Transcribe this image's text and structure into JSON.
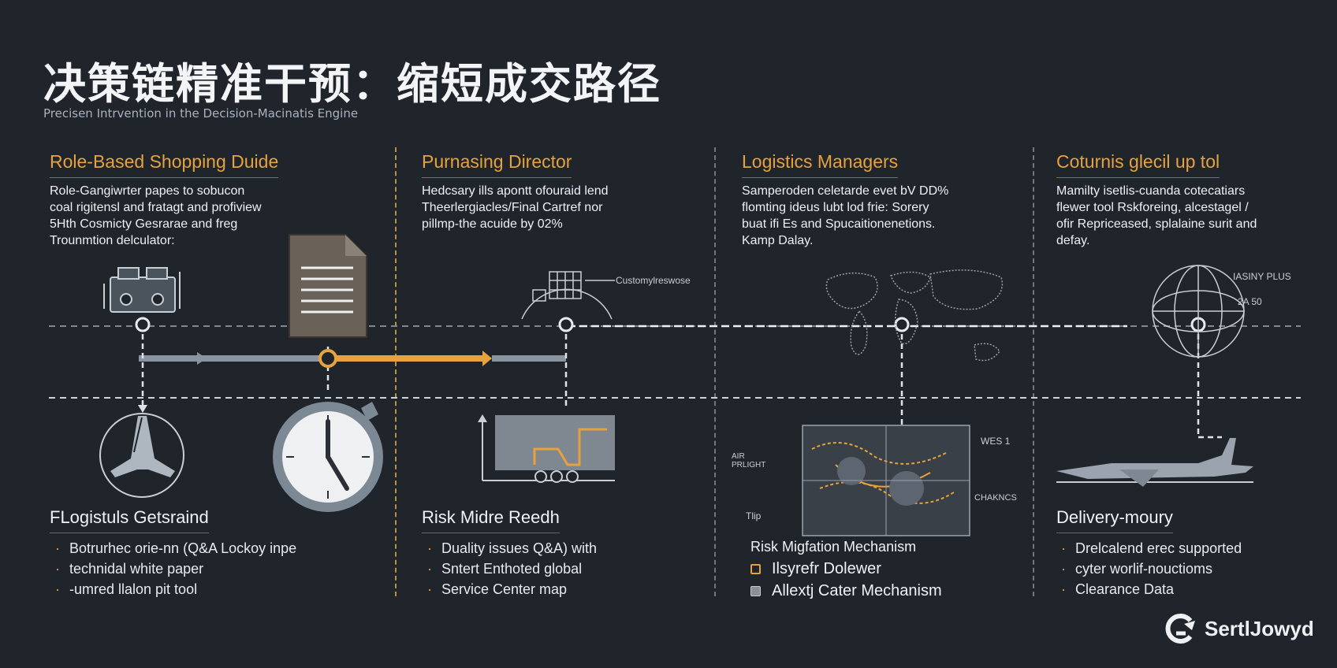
{
  "header": {
    "title": "决策链精准干预：缩短成交路径",
    "subtitle": "Precisen Intrvention in the Decision-Macinatis Engine"
  },
  "columns": [
    {
      "title": "Role-Based Shopping Duide",
      "desc": [
        "Role-Gangiwrter papes to sobucon",
        "coal rigitensl and fratagt and profiview",
        "5Hth Cosmicty Gesrarae and freg",
        "Trounmtion delculator:"
      ],
      "bottom_title": "FLogistuls Getsraind",
      "bullets": [
        "Botrurhec orie-nn (Q&A Lockoy inpe",
        "technidal white paper",
        "-umred llalon pit tool"
      ]
    },
    {
      "title": "Purnasing Director",
      "desc": [
        "Hedcsary ills apontt ofouraid lend",
        "Theerlergiacles/Final Cartref  nor",
        "pillmp-the acuide by  02%"
      ],
      "icon_label": "Customylreswose",
      "bottom_title": "Risk Midre Reedh",
      "bullets": [
        "Duality issues Q&A) with",
        "Sntert Enthoted global",
        "Service Center map"
      ]
    },
    {
      "title": "Logistics Managers",
      "desc": [
        "Samperoden celetarde evet bV DD%",
        "flomting ideus lubt lod frie: Sorery",
        "buat ifi Es and Spucaitionenetions.",
        "Kamp Dalay."
      ],
      "map_labels": [
        "AIR PRLIGHT",
        "Tlip",
        "WES 1",
        "CHAKNCS"
      ],
      "legend_title": "Risk Migfation Mechanism",
      "legend": [
        "Ilsyrefr Dolewer",
        "Allextj Cater Mechanism"
      ],
      "bottom_title": "Risk Migfation Mechanism"
    },
    {
      "title": "Coturnis glecil up tol",
      "desc": [
        "Mamilty isetlis-cuanda cotecatiars",
        "flewer tool Rskforeing, alcestagel /",
        "ofir Repriceased, splalaine surit and",
        "defay."
      ],
      "icon_label": "IASINY PLUS",
      "icon_label2": "2A 50",
      "bottom_title": "Delivery-moury",
      "bullets": [
        "Drelcalend erec supported",
        "cyter worlif-nouctioms",
        "Clearance Data"
      ]
    }
  ],
  "logo": {
    "text": "SertlJowyd"
  },
  "colors": {
    "accent": "#e6a23c",
    "background": "#20252c",
    "line": "#8a94a1",
    "divider_gold": "#b8923f",
    "divider_gray": "#6f7780"
  }
}
